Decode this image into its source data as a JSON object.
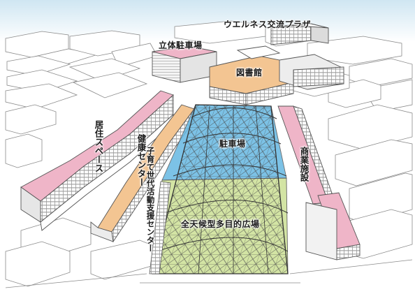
{
  "labels": {
    "wellness_plaza": "ウエルネス交流プラザ",
    "parking_structure": "立体駐車場",
    "library": "図書館",
    "residential": "居住スペース",
    "health_center": "健康センター",
    "childcare_support": "子育て世代活動支援センター",
    "parking": "駐車場",
    "commercial": "商業施設",
    "plaza": "全天候型多目的広場"
  },
  "colors": {
    "pink": "#efb5c8",
    "orange": "#f3c592",
    "blue": "#66b8e2",
    "green": "#cfe29b",
    "sky": "#dceef7",
    "line": "#5a5a5a"
  }
}
